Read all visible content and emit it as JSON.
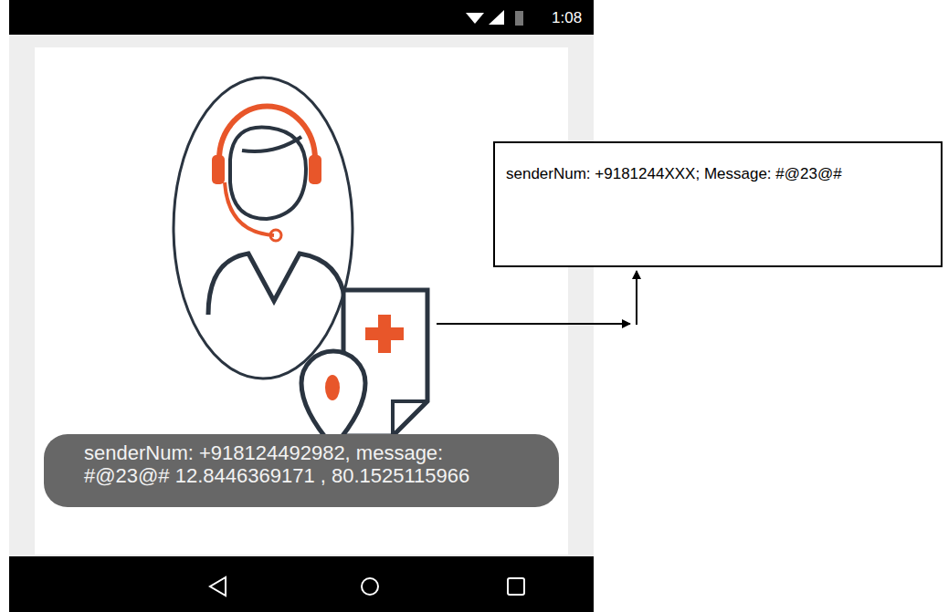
{
  "diagram": {
    "nodes": [
      {
        "text": [
          "senderNum: +918124492982, message: #@23@# 12.8446369171 , 80.1525115966"
        ]
      },
      {
        "text": [
          "senderNum: +9181244XXX; Message: #@23@#"
        ]
      }
    ],
    "labels": [
      "1:08"
    ]
  }
}
